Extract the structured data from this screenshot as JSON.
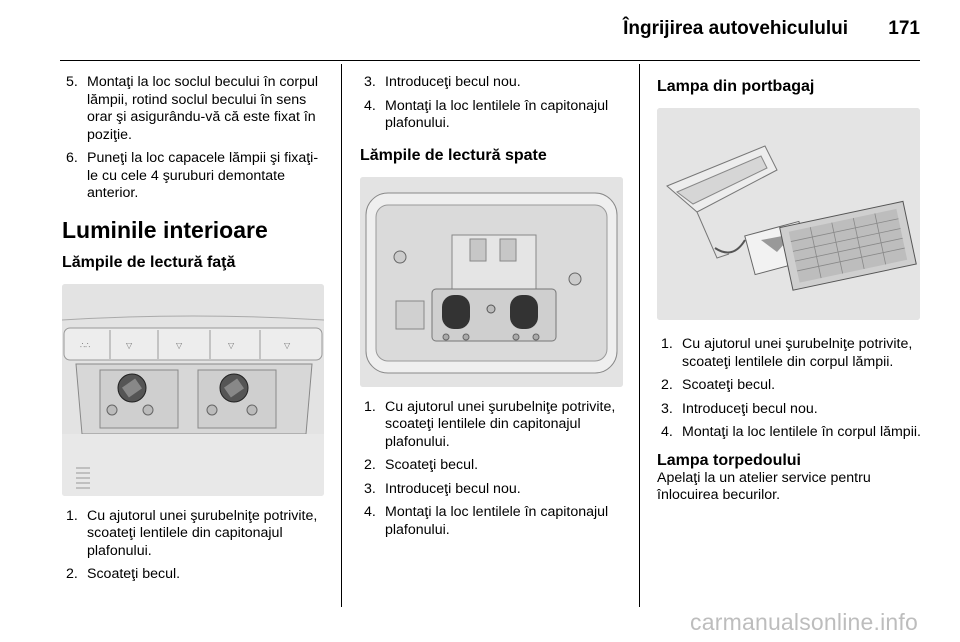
{
  "header": {
    "title": "Îngrijirea autovehiculului",
    "page_number": "171"
  },
  "col1": {
    "steps_top": [
      {
        "num": "5.",
        "text": "Montaţi la loc soclul becului în corpul lămpii, rotind soclul becului în sens orar şi asigurându-vă că este fixat în poziţie."
      },
      {
        "num": "6.",
        "text": "Puneţi la loc capacele lămpii şi fixaţi-le cu cele 4 şuruburi demontate anterior."
      }
    ],
    "section_title": "Luminile interioare",
    "subsection_title": "Lămpile de lectură faţă",
    "steps_bottom": [
      {
        "num": "1.",
        "text": "Cu ajutorul unei şurubelniţe potrivite, scoateţi lentilele din capitonajul plafonului."
      },
      {
        "num": "2.",
        "text": "Scoateţi becul."
      }
    ]
  },
  "col2": {
    "steps_top": [
      {
        "num": "3.",
        "text": "Introduceţi becul nou."
      },
      {
        "num": "4.",
        "text": "Montaţi la loc lentilele în capitonajul plafonului."
      }
    ],
    "subsection_title": "Lămpile de lectură spate",
    "steps_bottom": [
      {
        "num": "1.",
        "text": "Cu ajutorul unei şurubelniţe potrivite, scoateţi lentilele din capitonajul plafonului."
      },
      {
        "num": "2.",
        "text": "Scoateţi becul."
      },
      {
        "num": "3.",
        "text": "Introduceţi becul nou."
      },
      {
        "num": "4.",
        "text": "Montaţi la loc lentilele în capitonajul plafonului."
      }
    ]
  },
  "col3": {
    "subsection_title": "Lampa din portbagaj",
    "steps": [
      {
        "num": "1.",
        "text": "Cu ajutorul unei şurubelniţe potrivite, scoateţi lentilele din corpul lămpii."
      },
      {
        "num": "2.",
        "text": "Scoateţi becul."
      },
      {
        "num": "3.",
        "text": "Introduceţi becul nou."
      },
      {
        "num": "4.",
        "text": "Montaţi la loc lentilele în corpul lămpii."
      }
    ],
    "glovebox_title": "Lampa torpedoului",
    "glovebox_text": "Apelaţi la un atelier service pentru înlocuirea becurilor."
  },
  "watermark": "carmanualsonline.info"
}
